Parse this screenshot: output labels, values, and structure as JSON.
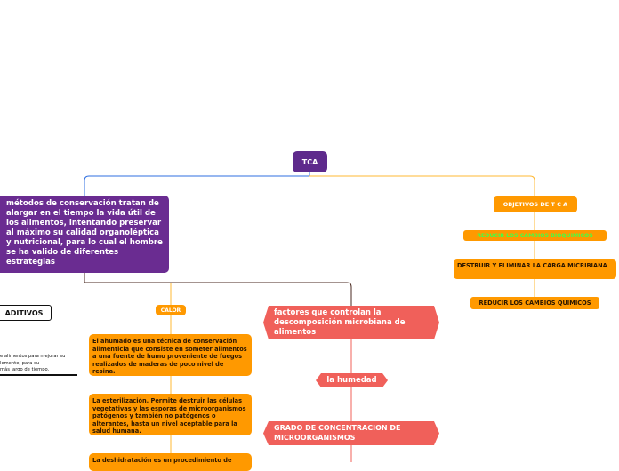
{
  "root": {
    "label": "TCA"
  },
  "main_branch": {
    "text": "métodos de conservación tratan de alargar en el tiempo la vida útil de los alimentos, intentando preservar al máximo su calidad organoléptica y nutricional, para lo cual el hombre se ha valido de diferentes estrategias"
  },
  "objectives": {
    "title": "OBJETIVOS DE T C A",
    "items": [
      "REDUCIR LOS CAMBIOS BIOQUIMICOS",
      "DESTRUIR Y ELIMINAR LA CARGA MICRIBIANA",
      "REDUCIR LOS CAMBIOS QUIMICOS"
    ]
  },
  "aditivos": {
    "label": "ADITIVOS",
    "lines": [
      "e alimentos para mejorar su",
      "lemente, para su",
      "más largo de tiempo."
    ]
  },
  "calor": {
    "label": "CALOR",
    "items": [
      "El ahumado es una técnica de conservación alimenticia que consiste en someter alimentos a una fuente de humo proveniente de fuegos realizados de maderas de poco nivel de resina.",
      "La esterilización. Permite destruir las células vegetativas y las esporas de microorganismos patógenos y también no patógenos o alterantes, hasta un nivel aceptable para la salud humana.",
      "La deshidratación es un procedimiento de"
    ]
  },
  "factores": {
    "label": "factores que controlan la descomposición microbiana de alimentos",
    "humedad": "la humedad",
    "grado": "GRADO DE CONCENTRACION DE MICROORGANISMOS"
  },
  "colors": {
    "purple": "#6a2c91",
    "orange": "#ff9900",
    "red": "#f0605a",
    "blue_line": "#2f6fe0",
    "orange_line": "#ffb833",
    "dark_line": "#4a2a20",
    "green_text": "#44ff44"
  }
}
